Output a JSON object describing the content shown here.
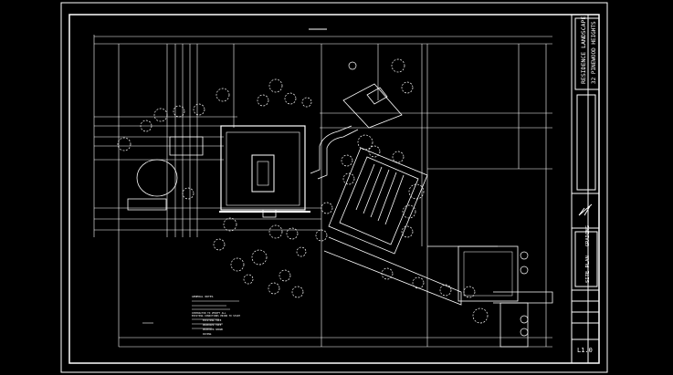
{
  "drawing": {
    "title_block": {
      "project_name": "RESIDENCE LANDSCAPE",
      "project_address": "32 PINEWOOD HEIGHTS",
      "sheet_title": "SITE PLAN - GRADING",
      "sheet_number": "L1.0"
    },
    "notes": {
      "header": "GENERAL NOTES",
      "lines": [
        "CONTRACTOR TO VERIFY ALL",
        "EXISTING CONDITIONS PRIOR TO START"
      ],
      "legend": [
        "EXISTING TREE",
        "PROPOSED TREE",
        "PROPOSED SHRUB",
        "PAVING"
      ]
    },
    "colors": {
      "background": "#000000",
      "linework": "#ffffff"
    }
  }
}
